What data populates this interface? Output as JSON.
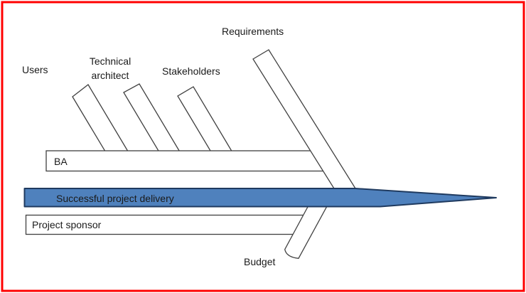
{
  "diagram": {
    "type": "fishbone",
    "effect": "Successful project delivery",
    "top_causes": [
      "Users",
      "Technical architect",
      "Stakeholders",
      "Requirements"
    ],
    "middle_causes": [
      "BA"
    ],
    "bottom_causes": [
      "Project sponsor",
      "Budget"
    ]
  },
  "labels": {
    "users": "Users",
    "technical_architect": "Technical architect",
    "stakeholders": "Stakeholders",
    "requirements": "Requirements",
    "ba": "BA",
    "spine": "Successful project delivery",
    "project_sponsor": "Project sponsor",
    "budget": "Budget"
  },
  "colors": {
    "frame": "#ff0000",
    "bar_fill": "#ffffff",
    "bar_stroke": "#404040",
    "spine_fill": "#4f81bd",
    "spine_border": "#1f3a5f",
    "text": "#1a1a1a"
  }
}
